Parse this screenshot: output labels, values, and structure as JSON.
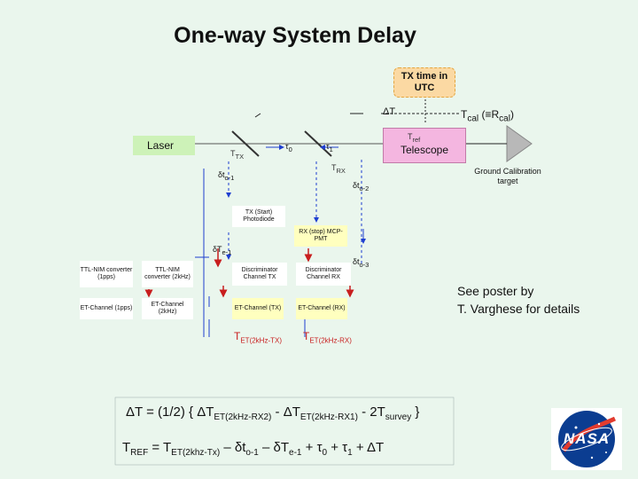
{
  "title": "One-way System Delay",
  "labels": {
    "tx_time": "TX time in UTC",
    "delta_t": "ΔT",
    "tcal": "T",
    "tcal_sub": "cal",
    "rcal": " (≡R",
    "rcal_sub": "cal",
    "rcal_close": ")",
    "laser": "Laser",
    "tref": "T",
    "tref_sub": "ref",
    "telescope": "Telescope",
    "ground_cal": "Ground Calibration target",
    "ttx": "T",
    "ttx_sub": "TX",
    "trx": "T",
    "trx_sub": "RX",
    "tau0": "τ",
    "tau0_sub": "0",
    "tau1": "τ",
    "tau1_sub": "1",
    "dto1": "δt",
    "dto1_sub": "o-1",
    "dto2": "δt",
    "dto2_sub": "o-2",
    "dto3": "δt",
    "dto3_sub": "o-3",
    "dte1": "δT",
    "dte1_sub": "e-1",
    "tx_start": "TX (Start) Photodiode",
    "rx_stop": "RX (stop) MCP-PMT",
    "ttl_1pps": "TTL-NIM converter (1pps)",
    "ttl_2khz": "TTL-NIM converter (2kHz)",
    "disc_tx": "Discriminator Channel TX",
    "disc_rx": "Discriminator Channel RX",
    "et_1pps": "ET-Channel (1pps)",
    "et_2khz": "ET-Channel (2kHz)",
    "et_tx": "ET-Channel (TX)",
    "et_rx": "ET-Channel (RX)",
    "tet_tx": "T",
    "tet_tx_sub": "ET(2kHz-TX)",
    "tet_rx": "T",
    "tet_rx_sub": "ET(2kHz-RX)",
    "note_line1": "See poster by",
    "note_line2": "T. Varghese for details",
    "nasa": "NASA"
  },
  "equations": {
    "eq1_a": "ΔT = (1/2) { ΔT",
    "eq1_b": "ET(2kHz-RX2)",
    "eq1_c": " - ΔT",
    "eq1_d": "ET(2kHz-RX1)",
    "eq1_e": " - 2T",
    "eq1_f": "survey",
    "eq1_g": " }",
    "eq2_a": "T",
    "eq2_b": "REF",
    "eq2_c": " = T",
    "eq2_d": "ET(2khz-Tx)",
    "eq2_e": " – δt",
    "eq2_f": "o-1",
    "eq2_g": " – δT",
    "eq2_h": "e-1",
    "eq2_i": " + τ",
    "eq2_j": "0",
    "eq2_k": " + τ",
    "eq2_l": "1",
    "eq2_m": " + ΔT"
  },
  "colors": {
    "background": "#eaf6ed",
    "utc_box": "#fbd9a3",
    "utc_border": "#e4a640",
    "laser_box": "#cdf2b8",
    "telescope_box": "#f4b6e0",
    "rx_box": "#ffffbf",
    "blue_arrow": "#1f3fd0",
    "red_arrow": "#c81e1e",
    "et_box": "#ffffbf"
  }
}
